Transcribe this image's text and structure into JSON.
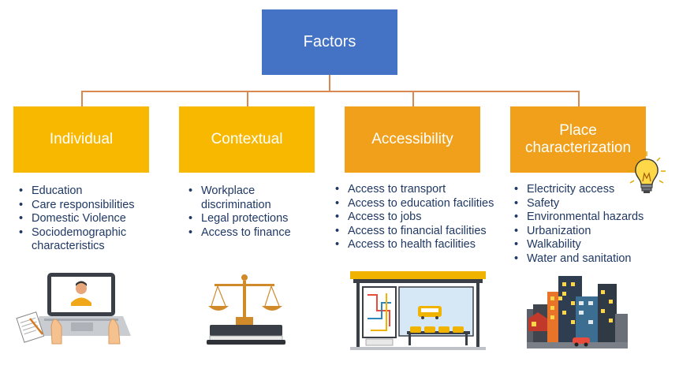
{
  "root": {
    "label": "Factors"
  },
  "categories": [
    {
      "label": "Individual",
      "items": [
        "Education",
        "Care responsibilities",
        "Domestic Violence",
        "Sociodemographic characteristics"
      ]
    },
    {
      "label": "Contextual",
      "items": [
        "Workplace discrimination",
        "Legal protections",
        "Access to finance"
      ]
    },
    {
      "label": "Accessibility",
      "items": [
        "Access to transport",
        "Access to education facilities",
        "Access to jobs",
        "Access to financial facilities",
        "Access to health facilities"
      ]
    },
    {
      "label": "Place characterization",
      "items": [
        "Electricity access",
        "Safety",
        "Environmental hazards",
        "Urbanization",
        "Walkability",
        "Water and sanitation"
      ]
    }
  ],
  "colors": {
    "root": "#4472c4",
    "category_primary": "#f8b800",
    "category_secondary": "#f0a01a",
    "connector": "#d9894f",
    "item_text": "#1f3864"
  },
  "icons": [
    "laptop-user-icon",
    "justice-scales-icon",
    "bus-stop-icon",
    "city-buildings-icon",
    "light-bulb-icon"
  ]
}
